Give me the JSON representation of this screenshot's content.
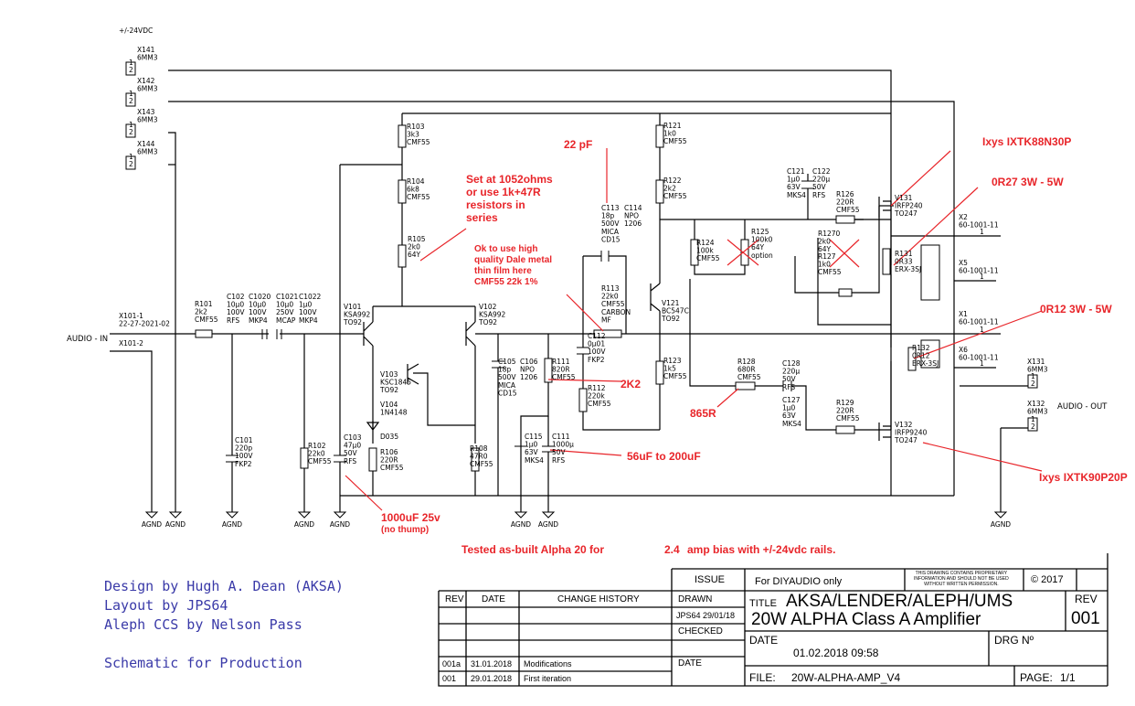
{
  "rails_label": "+/-24VDC",
  "connectors": [
    {
      "ref": "X141",
      "type": "6MM3",
      "pins": [
        "1",
        "2"
      ]
    },
    {
      "ref": "X142",
      "type": "6MM3",
      "pins": [
        "1",
        "2"
      ]
    },
    {
      "ref": "X143",
      "type": "6MM3",
      "pins": [
        "1",
        "2"
      ]
    },
    {
      "ref": "X144",
      "type": "6MM3",
      "pins": [
        "1",
        "2"
      ]
    },
    {
      "ref": "X101-1",
      "type": "22-27-2021-02"
    },
    {
      "ref": "X101-2"
    },
    {
      "ref": "X131",
      "type": "6MM3",
      "pins": [
        "1",
        "2"
      ]
    },
    {
      "ref": "X132",
      "type": "6MM3",
      "pins": [
        "1",
        "2"
      ]
    },
    {
      "ref": "X2",
      "type": "60-1001-11",
      "pins": [
        "1"
      ]
    },
    {
      "ref": "X5",
      "type": "60-1001-11",
      "pins": [
        "1"
      ]
    },
    {
      "ref": "X1",
      "type": "60-1001-11",
      "pins": [
        "1"
      ]
    },
    {
      "ref": "X6",
      "type": "60-1001-11",
      "pins": [
        "1"
      ]
    }
  ],
  "io_labels": {
    "audio_in": "AUDIO - IN",
    "audio_out": "AUDIO - OUT",
    "ground": "AGND"
  },
  "components": {
    "R101": [
      "R101",
      "2k2",
      "CMF55"
    ],
    "C102": [
      "C102",
      "10µ0",
      "100V",
      "RFS"
    ],
    "C1020": [
      "C1020",
      "10µ0",
      "100V",
      "MKP4"
    ],
    "C1021": [
      "C1021",
      "10µ0",
      "250V",
      "MCAP"
    ],
    "C1022": [
      "C1022",
      "1µ0",
      "100V",
      "MKP4"
    ],
    "C101": [
      "C101",
      "220p",
      "100V",
      "FKP2"
    ],
    "R102": [
      "R102",
      "22k0",
      "CMF55"
    ],
    "C103": [
      "C103",
      "47µ0",
      "50V",
      "RFS"
    ],
    "R103": [
      "R103",
      "3k3",
      "CMF55"
    ],
    "R104": [
      "R104",
      "6k8",
      "CMF55"
    ],
    "R105": [
      "R105",
      "2k0",
      "64Y"
    ],
    "V101": [
      "V101",
      "KSA992",
      "TO92"
    ],
    "V102": [
      "V102",
      "KSA992",
      "TO92"
    ],
    "V103": [
      "V103",
      "KSC1845",
      "TO92"
    ],
    "V104": [
      "V104",
      "1N4148"
    ],
    "D035": [
      "D035"
    ],
    "R106": [
      "R106",
      "220R",
      "CMF55"
    ],
    "R108": [
      "R108",
      "47R0",
      "CMF55"
    ],
    "C105": [
      "C105",
      "18p",
      "500V",
      "MICA",
      "CD15"
    ],
    "C106": [
      "C106",
      "NPO",
      "1206"
    ],
    "R111": [
      "R111",
      "820R",
      "CMF55"
    ],
    "C112": [
      "C112",
      "0µ01",
      "100V",
      "FKP2"
    ],
    "R112": [
      "R112",
      "220k",
      "CMF55"
    ],
    "C115": [
      "C115",
      "1µ0",
      "63V",
      "MKS4"
    ],
    "C111": [
      "C111",
      "1000µ",
      "50V",
      "RFS"
    ],
    "C113": [
      "C113",
      "18p",
      "500V",
      "MICA",
      "CD15"
    ],
    "C114": [
      "C114",
      "NPO",
      "1206"
    ],
    "R113": [
      "R113",
      "22k0",
      "CMF55",
      "CARBON",
      "MF"
    ],
    "R121": [
      "R121",
      "1k0",
      "CMF55"
    ],
    "R122": [
      "R122",
      "2k2",
      "CMF55"
    ],
    "V121": [
      "V121",
      "BC547C",
      "TO92"
    ],
    "R123": [
      "R123",
      "1k5",
      "CMF55"
    ],
    "R124": [
      "R124",
      "100k",
      "CMF55"
    ],
    "R125": [
      "R125",
      "100k0",
      "64Y",
      "option"
    ],
    "C121": [
      "C121",
      "1µ0",
      "63V",
      "MKS4"
    ],
    "C122": [
      "C122",
      "220µ",
      "50V",
      "RFS"
    ],
    "R126": [
      "R126",
      "220R",
      "CMF55"
    ],
    "R1270": [
      "R1270",
      "2k0",
      "64Y"
    ],
    "R127": [
      "R127",
      "1k0",
      "CMF55"
    ],
    "R128": [
      "R128",
      "680R",
      "CMF55"
    ],
    "C128": [
      "C128",
      "220µ",
      "50V",
      "RFS"
    ],
    "C127": [
      "C127",
      "1µ0",
      "63V",
      "MKS4"
    ],
    "R129": [
      "R129",
      "220R",
      "CMF55"
    ],
    "V131": [
      "V131",
      "IRFP240",
      "TO247"
    ],
    "V132": [
      "V132",
      "IRFP9240",
      "TO247"
    ],
    "R131": [
      "R131",
      "0R33",
      "ERX-3SJ"
    ],
    "R132": [
      "R132",
      "0R12",
      "ERX-3SJ"
    ]
  },
  "annotations": {
    "pf22": "22 pF",
    "ixys88": "Ixys IXTK88N30P",
    "set_at": [
      "Set at 1052ohms",
      "or use 1k+47R",
      "resistors in",
      "series"
    ],
    "or27": "0R27 3W - 5W",
    "ok_dale": [
      "Ok to use high",
      "quality Dale metal",
      "thin film here",
      "CMF55 22k 1%"
    ],
    "or12": "0R12 3W - 5W",
    "k2k2": "2K2",
    "r865": "865R",
    "uf56": "56uF to 200uF",
    "ixys90": "Ixys IXTK90P20P",
    "uf1000": "1000uF 25v",
    "no_thump": "(no thump)",
    "tested_a": "Tested as-built Alpha 20 for",
    "tested_b": "2.4",
    "tested_c": "amp bias with +/-24vdc rails."
  },
  "credits": [
    "Design by Hugh A. Dean (AKSA)",
    "Layout by JPS64",
    "Aleph CCS by Nelson Pass",
    "Schematic for Production"
  ],
  "title_block": {
    "issue": "ISSUE",
    "for": "For DIYAUDIO only",
    "proprietary": [
      "THIS DRAWING CONTAINS PROPRIETARY",
      "INFORMATION AND SHOULD NOT BE USED",
      "WITHOUT WRITTEN PERMISSION."
    ],
    "copyright": "© 2017",
    "rev_h": "REV",
    "date_h": "DATE",
    "history_h": "CHANGE HISTORY",
    "drawn_h": "DRAWN",
    "drawn_v": "JPS64 29/01/18",
    "checked_h": "CHECKED",
    "date2_h": "DATE",
    "title_prefix": "TITLE",
    "title_1": "AKSA/LENDER/ALEPH/UMS",
    "title_2": "20W ALPHA Class A Amplifier",
    "rev_label": "REV",
    "rev_value": "001",
    "date_label": "DATE",
    "date_value": "01.02.2018 09:58",
    "drg_label": "DRG Nº",
    "file_label": "FILE:",
    "file_value": "20W-ALPHA-AMP_V4",
    "page_label": "PAGE:",
    "page_value": "1/1",
    "history": [
      {
        "rev": "001a",
        "date": "31.01.2018",
        "change": "Modifications"
      },
      {
        "rev": "001",
        "date": "29.01.2018",
        "change": "First iteration"
      }
    ]
  }
}
